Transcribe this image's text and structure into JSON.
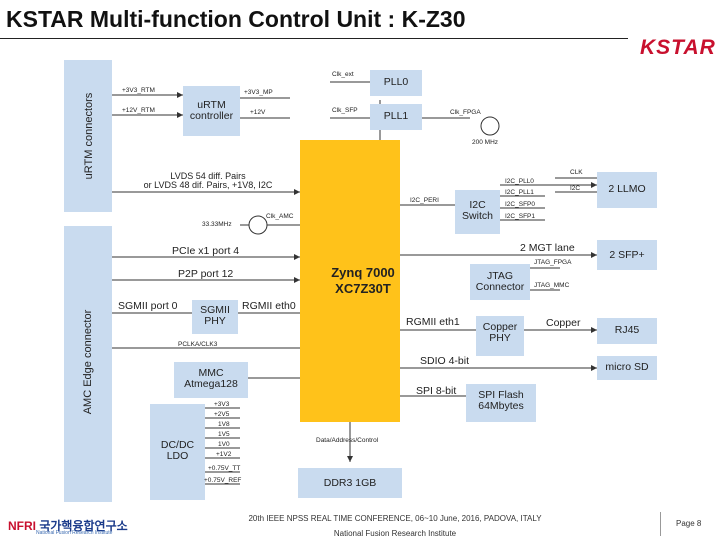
{
  "title": "KSTAR Multi-function Control Unit : K-Z30",
  "logo_text": "KSTAR",
  "panels": {
    "urtm": "uRTM connectors",
    "amc": "AMC Edge connector"
  },
  "blocks": {
    "zynq": "Zynq 7000\nXC7Z30T",
    "urtm_ctrl": "uRTM\ncontroller",
    "pll0": "PLL0",
    "pll1": "PLL1",
    "i2c_switch": "I2C\nSwitch",
    "llmo": "2 LLMO",
    "sfp": "2 SFP+",
    "jtag": "JTAG\nConnector",
    "copper_phy": "Copper\nPHY",
    "rj45": "RJ45",
    "microsd": "micro SD",
    "sgmii_phy": "SGMII\nPHY",
    "mmc": "MMC\nAtmega128",
    "spi_flash": "SPI Flash\n64Mbytes",
    "dcdc": "DC/DC\nLDO",
    "ddr3": "DDR3 1GB"
  },
  "labels": {
    "plus3v3_rtm": "+3V3_RTM",
    "plus12v_rtm": "+12V_RTM",
    "3v3_mp": "+3V3_MP",
    "plus12v": "+12V",
    "clk_ext": "Clk_ext",
    "clk_sfp": "Clk_SFP",
    "clk_fpga": "Clk_FPGA",
    "mhz200": "200 MHz",
    "lvds": "LVDS 54 diff. Pairs\nor LVDS 48 dif. Pairs, +1V8, I2C",
    "clk_amc": "Clk_AMC",
    "mhz33": "33.33MHz",
    "i2c_peri": "I2C_PERI",
    "i2c_pll0": "I2C_PLL0",
    "i2c_pll1": "I2C_PLL1",
    "i2c_sfp0": "I2C_SFP0",
    "i2c_sfp1": "I2C_SFP1",
    "clk_llmo": "CLK",
    "i2c_llmo": "I2C",
    "pcie": "PCIe x1 port 4",
    "p2p": "P2P port 12",
    "mgt": "2 MGT lane",
    "jtag_fpga": "JTAG_FPGA",
    "jtag_mmc": "JTAG_MMC",
    "sgmii_port": "SGMII port 0",
    "rgmii_eth0": "RGMII eth0",
    "rgmii_eth1": "RGMII eth1",
    "copper": "Copper",
    "pclka": "PCLKA/CLK3",
    "sdio": "SDIO 4-bit",
    "spi": "SPI 8-bit",
    "data_addr": "Data/Address/Control",
    "rails": [
      "+3V3",
      "+2V5",
      "1V8",
      "1V5",
      "1V0",
      "+1V2",
      "+0.75V_TT",
      "+0.75V_REF"
    ]
  },
  "footer": {
    "org_logo": "NFRI",
    "org_korean": "국가핵융합연구소",
    "org_sub": "National Fusion Research Institute",
    "conference": "20th IEEE NPSS REAL TIME CONFERENCE, 06~10 June, 2016, PADOVA, ITALY",
    "institute": "National Fusion Research Institute",
    "page": "Page 8"
  }
}
